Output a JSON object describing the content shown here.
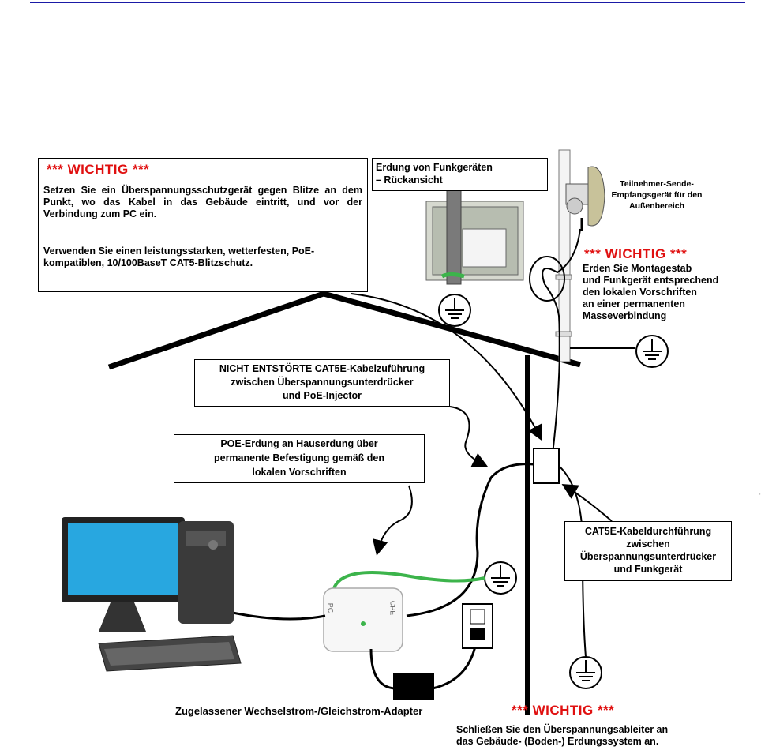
{
  "colors": {
    "important": "#e01010",
    "ground_wire": "#3cb44b",
    "top_rule": "#1a1aa6"
  },
  "important_heading": "*** WICHTIG ***",
  "box_top_left": {
    "line1": "Setzen Sie ein Überspannungsschutzgerät gegen Blitze an dem Punkt, wo das Kabel in das Gebäude eintritt, und vor der Verbindung zum PC ein.",
    "line2": "Verwenden Sie einen leistungsstarken, wetterfesten, PoE-kompatiblen, 10/100BaseT CAT5-Blitzschutz."
  },
  "label_radio_ground": {
    "line1": "Erdung von Funkgeräten",
    "line2": "– Rückansicht"
  },
  "label_subscriber": {
    "line1": "Teilnehmer-Sende-",
    "line2": "Empfangsgerät für den",
    "line3": "Außenbereich"
  },
  "note_mast": {
    "l1": "Erden Sie Montagestab",
    "l2": "und Funkgerät entsprechend",
    "l3": "den lokalen Vorschriften",
    "l4": "an einer permanenten",
    "l5": "Masseverbindung"
  },
  "box_cat5e_unshielded": {
    "l1": "NICHT ENTSTÖRTE CAT5E-Kabelzuführung",
    "l2": "zwischen Überspannungsunterdrücker",
    "l3": "und PoE-Injector"
  },
  "box_poe_ground": {
    "l1": "POE-Erdung an Hauserdung über",
    "l2": "permanente Befestigung gemäß den",
    "l3": "lokalen Vorschriften"
  },
  "box_cat5e_feed": {
    "l1": "CAT5E-Kabeldurchführung",
    "l2": "zwischen",
    "l3": "Überspannungsunterdrücker",
    "l4": "und Funkgerät"
  },
  "label_adapter": "Zugelassener Wechselstrom-/Gleichstrom-Adapter",
  "note_bottom": {
    "l1": "Schließen Sie den Überspannungsableiter an",
    "l2": "das Gebäude- (Boden-) Erdungssystem an."
  },
  "injector_ports": {
    "left": "PC",
    "right": "CPE"
  },
  "stray_mark": "' '"
}
